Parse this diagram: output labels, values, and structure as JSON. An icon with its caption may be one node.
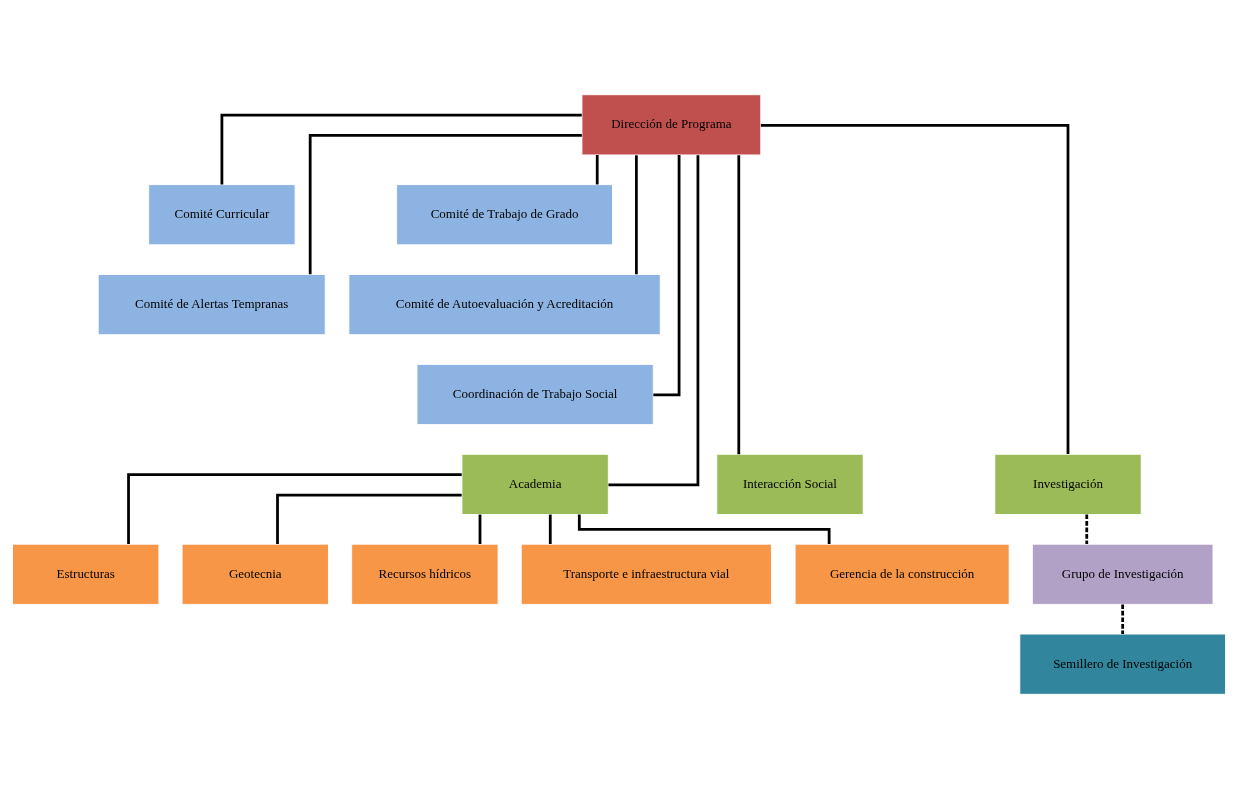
{
  "diagram": {
    "nodes": [
      {
        "text": [
          "Dirección de Programa"
        ]
      },
      {
        "text": [
          "Comité Curricular"
        ]
      },
      {
        "text": [
          "Comité de Trabajo de Grado"
        ]
      },
      {
        "text": [
          "Comité de Alertas Tempranas"
        ]
      },
      {
        "text": [
          "Comité de Autoevaluación y Acreditación"
        ]
      },
      {
        "text": [
          "Coordinación de Trabajo Social"
        ]
      },
      {
        "text": [
          "Academia"
        ]
      },
      {
        "text": [
          "Interacción Social"
        ]
      },
      {
        "text": [
          "Investigación"
        ]
      },
      {
        "text": [
          "Estructuras"
        ]
      },
      {
        "text": [
          "Geotecnia"
        ]
      },
      {
        "text": [
          "Recursos hídricos"
        ]
      },
      {
        "text": [
          "Transporte e infraestructura vial"
        ]
      },
      {
        "text": [
          "Gerencia de la construcción"
        ]
      },
      {
        "text": [
          "Grupo de Investigación"
        ]
      },
      {
        "text": [
          "Semillero de Investigación"
        ]
      }
    ],
    "edges": [
      {
        "from": 0,
        "to": 1,
        "arrow": "none"
      },
      {
        "from": 0,
        "to": 2,
        "arrow": "none"
      },
      {
        "from": 0,
        "to": 3,
        "arrow": "none"
      },
      {
        "from": 0,
        "to": 4,
        "arrow": "none"
      },
      {
        "from": 0,
        "to": 5,
        "arrow": "none"
      },
      {
        "from": 0,
        "to": 6,
        "arrow": "none"
      },
      {
        "from": 0,
        "to": 7,
        "arrow": "none"
      },
      {
        "from": 0,
        "to": 8,
        "arrow": "none"
      },
      {
        "from": 6,
        "to": 9,
        "arrow": "none"
      },
      {
        "from": 6,
        "to": 10,
        "arrow": "none"
      },
      {
        "from": 6,
        "to": 11,
        "arrow": "none"
      },
      {
        "from": 6,
        "to": 12,
        "arrow": "none"
      },
      {
        "from": 6,
        "to": 13,
        "arrow": "none"
      },
      {
        "from": 8,
        "to": 14,
        "arrow": "none",
        "style": "dashed"
      },
      {
        "from": 14,
        "to": 15,
        "arrow": "none",
        "style": "dashed"
      }
    ]
  }
}
